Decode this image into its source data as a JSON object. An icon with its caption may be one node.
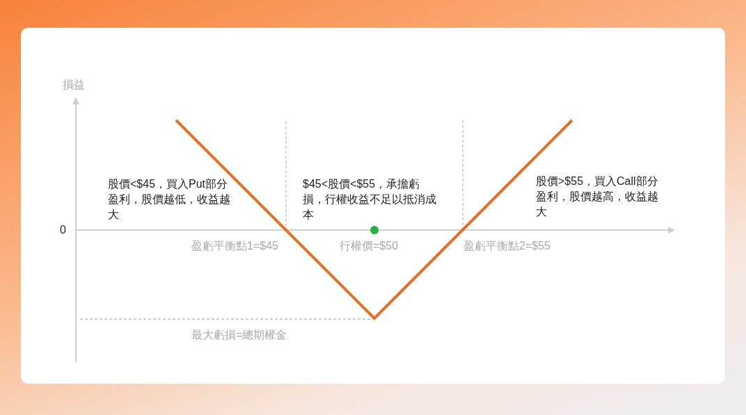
{
  "diagram": {
    "labels": [
      "損益",
      "股價<$45，買入Put部分盈利，股價越低，收益越大",
      "$45<股價<$55，承擔虧損，行權收益不足以抵消成本",
      "股價>$55，買入Call部分盈利，股價越高，收益越大",
      "0",
      "盈虧平衡點1=$45",
      "行權價=$50",
      "盈虧平衡點2=$55",
      "最大虧損=總期權金"
    ]
  }
}
